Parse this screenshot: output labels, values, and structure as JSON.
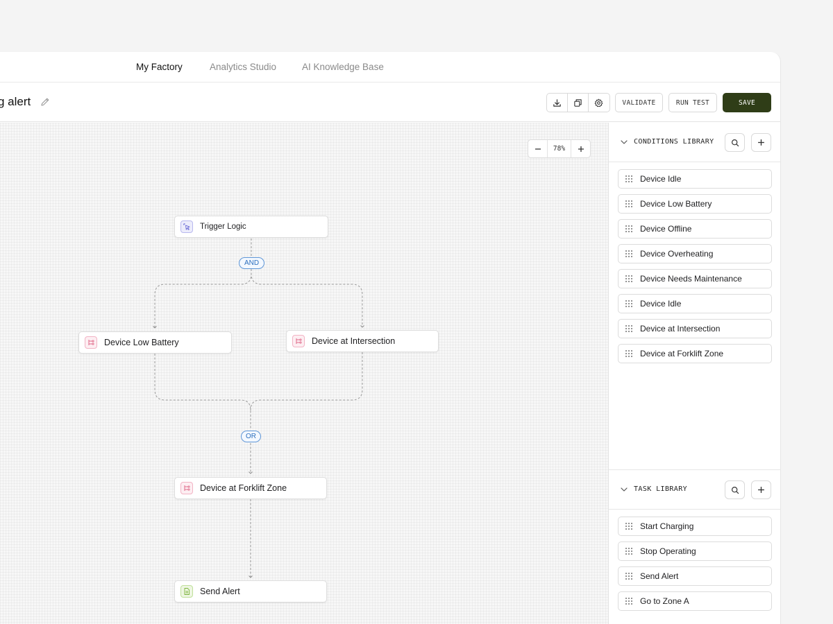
{
  "nav": {
    "tabs": [
      {
        "label": "My Factory",
        "active": true
      },
      {
        "label": "Analytics Studio",
        "active": false
      },
      {
        "label": "AI Knowledge Base",
        "active": false
      }
    ]
  },
  "toolbar": {
    "title": "g alert",
    "icons": [
      "download-icon",
      "duplicate-icon",
      "gear-icon"
    ],
    "validate_label": "VALIDATE",
    "run_test_label": "RUN TEST",
    "save_label": "SAVE"
  },
  "canvas": {
    "zoom": "78%",
    "nodes": {
      "trigger": "Trigger Logic",
      "low_battery": "Device Low Battery",
      "intersection": "Device at Intersection",
      "forklift": "Device at Forklift Zone",
      "send_alert": "Send Alert"
    },
    "operators": {
      "and": "AND",
      "or": "OR"
    }
  },
  "conditions_library": {
    "title": "CONDITIONS LIBRARY",
    "items": [
      "Device Idle",
      "Device Low Battery",
      "Device Offline",
      "Device Overheating",
      "Device Needs Maintenance",
      "Device Idle",
      "Device at Intersection",
      "Device at Forklift Zone"
    ]
  },
  "task_library": {
    "title": "TASK LIBRARY",
    "items": [
      "Start Charging",
      "Stop Operating",
      "Send Alert",
      "Go to Zone A"
    ]
  },
  "colors": {
    "save_bg": "#2f3d17",
    "operator_blue": "#2c6fbe",
    "condition_pink": "#e06b8a",
    "trigger_purple": "#6b6bd6",
    "task_green": "#7ab33a"
  }
}
